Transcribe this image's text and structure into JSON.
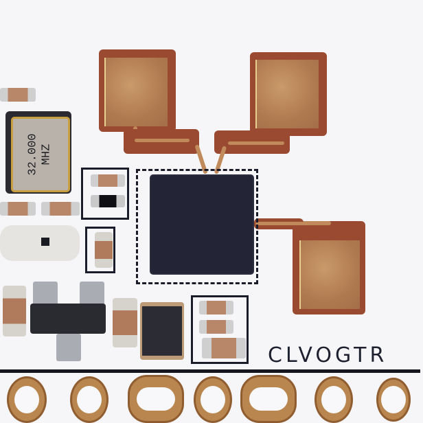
{
  "image": {
    "subject": "Close-up photo of white PCB module with RF chip and three gold antenna pads",
    "board_color": "#f6f6f8",
    "pad_color": "#b07a50",
    "chip_color": "#232536"
  },
  "components": {
    "crystal": {
      "frequency": "32.000",
      "unit": "MHZ"
    },
    "silkscreen_label": "CLVOGTR",
    "antenna_pads": 3,
    "castellated_holes": 7
  }
}
